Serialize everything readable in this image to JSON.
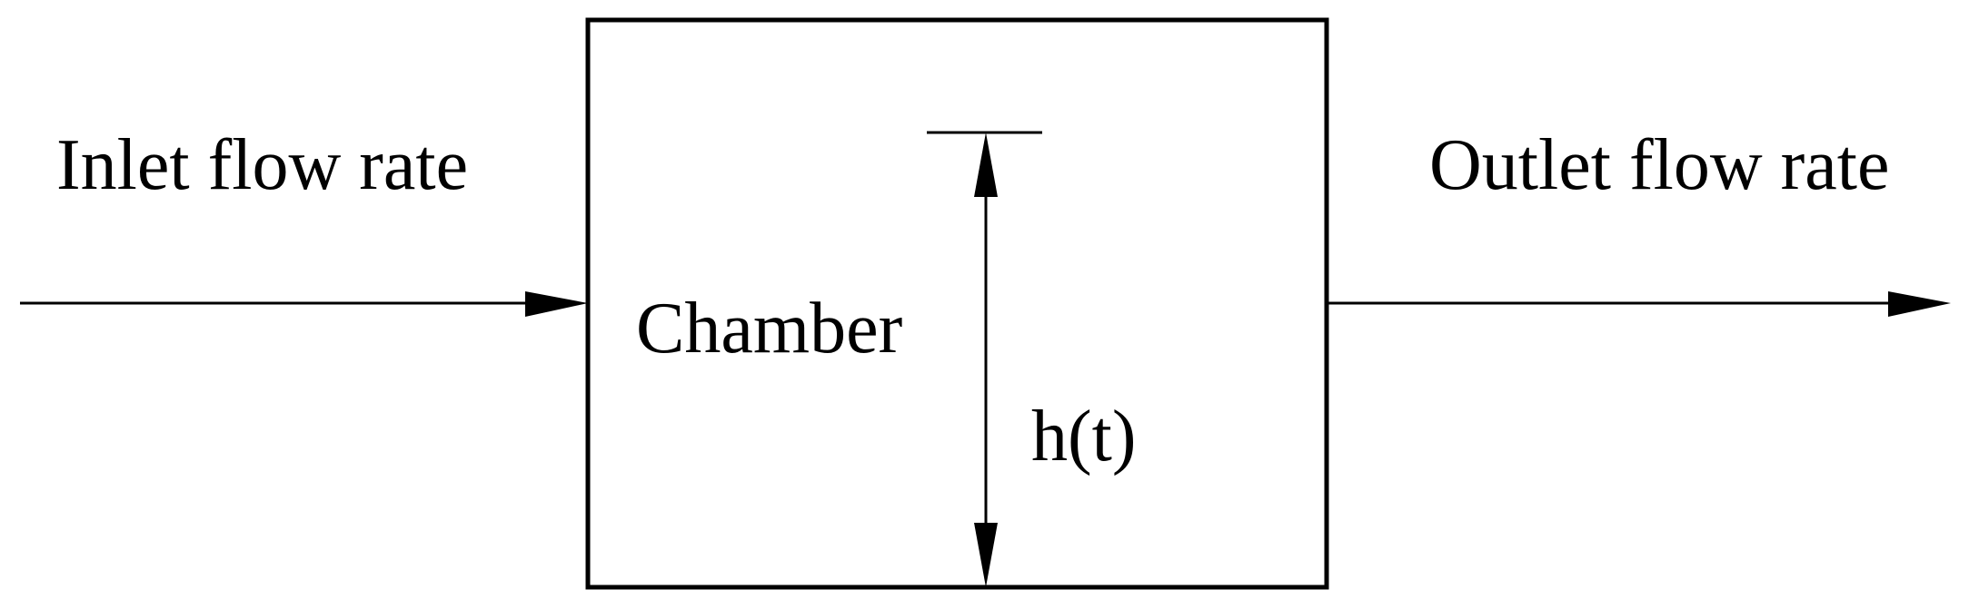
{
  "labels": {
    "inlet": "Inlet flow rate",
    "outlet": "Outlet flow rate",
    "chamber": "Chamber",
    "height": "h(t)"
  },
  "colors": {
    "stroke": "#000000",
    "background": "#ffffff"
  }
}
